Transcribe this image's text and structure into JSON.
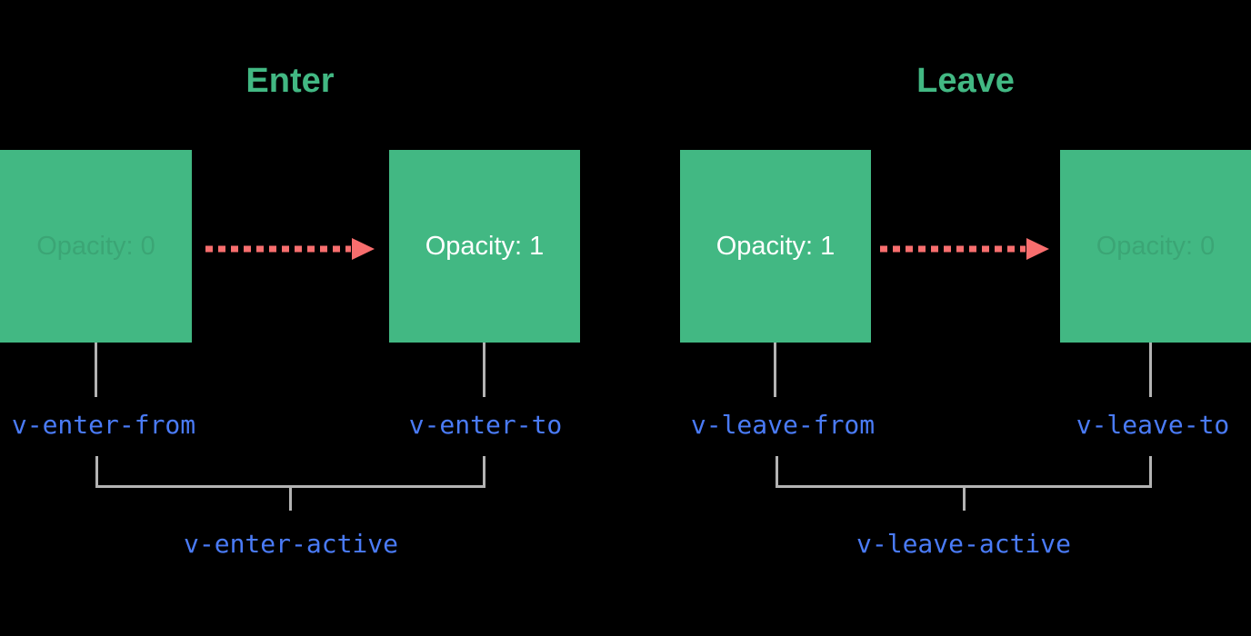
{
  "diagram": {
    "background": "#000000",
    "colors": {
      "box_green": "#42b883",
      "title_green": "#42b883",
      "class_label_blue": "#4a7bf7",
      "arrow_red": "#f86e6e",
      "connector_gray": "#b3b3b3",
      "opacity_text_bright": "#ffffff",
      "opacity_text_faded": "rgba(0,0,0,0.10)"
    },
    "sections": [
      {
        "id": "enter",
        "title": "Enter",
        "from_box": {
          "label": "Opacity: 0",
          "faded": true
        },
        "to_box": {
          "label": "Opacity: 1",
          "faded": false
        },
        "class_from": "v-enter-from",
        "class_to": "v-enter-to",
        "class_active": "v-enter-active"
      },
      {
        "id": "leave",
        "title": "Leave",
        "from_box": {
          "label": "Opacity: 1",
          "faded": false
        },
        "to_box": {
          "label": "Opacity: 0",
          "faded": true
        },
        "class_from": "v-leave-from",
        "class_to": "v-leave-to",
        "class_active": "v-leave-active"
      }
    ]
  }
}
